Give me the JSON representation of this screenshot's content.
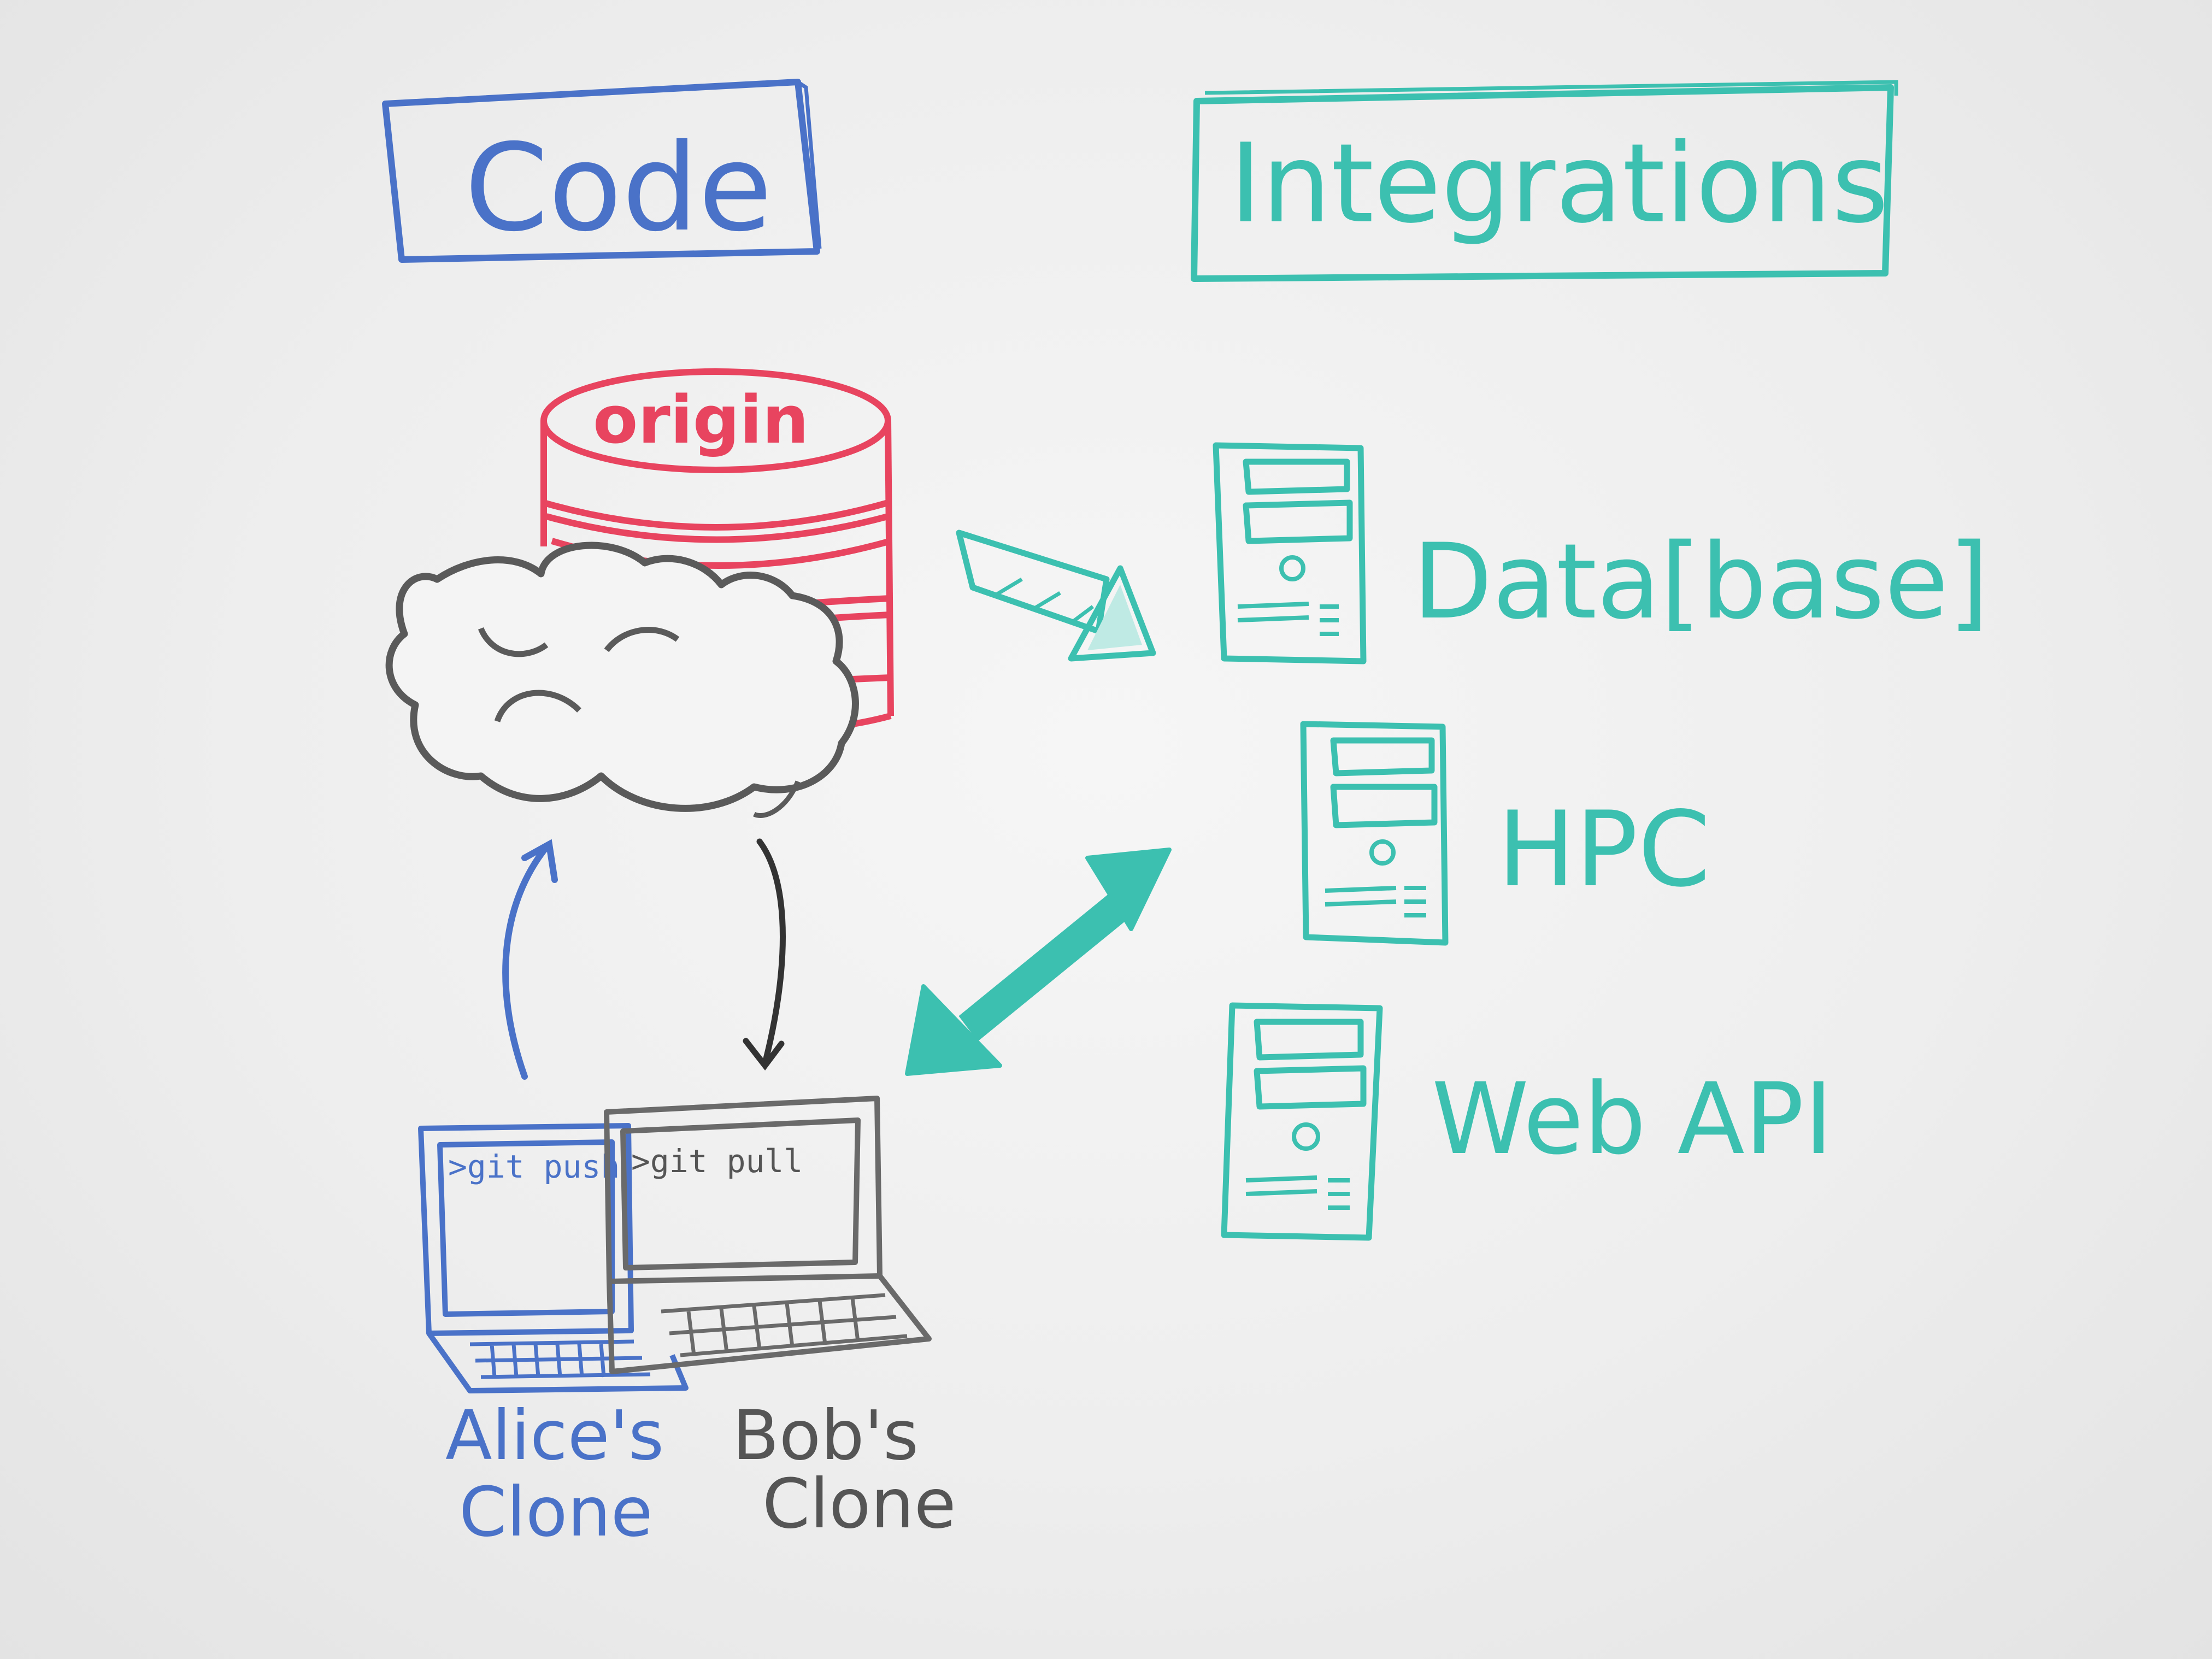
{
  "headings": {
    "code": "Code",
    "integrations": "Integrations"
  },
  "repo": {
    "origin": "origin"
  },
  "laptops": {
    "alice_command": ">git push",
    "bob_command": ">git pull",
    "alice_label_line1": "Alice's",
    "alice_label_line2": "Clone",
    "bob_label_line1": "Bob's",
    "bob_label_line2": "Clone"
  },
  "servers": [
    {
      "label": "Data[base]"
    },
    {
      "label": "HPC"
    },
    {
      "label": "Web API"
    }
  ],
  "colors": {
    "code": "#4a72c8",
    "teal": "#3cc0b0",
    "origin": "#e8445f",
    "cloud": "#5a5a5a",
    "bob": "#6a6a6a"
  }
}
